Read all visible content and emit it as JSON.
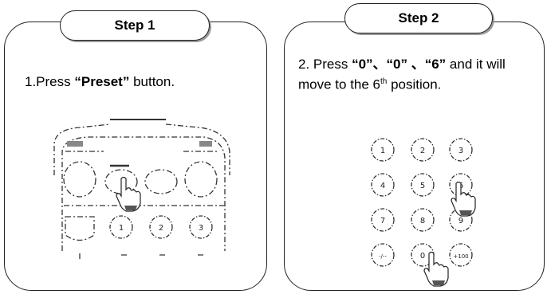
{
  "steps": [
    {
      "tab_label": "Step 1",
      "text_num": "1.Press ",
      "text_bold": "“Preset”",
      "text_rest": " button."
    },
    {
      "tab_label": "Step 2",
      "text_num": "2. Press ",
      "text_bold": "“0”、“0” 、“6”",
      "text_rest": " and it will move to the 6",
      "text_sup": "th",
      "text_end": " position."
    }
  ],
  "keypad": {
    "keys": [
      "1",
      "2",
      "3",
      "4",
      "5",
      "6",
      "7",
      "8",
      "9",
      "-/--",
      "0",
      "+100"
    ]
  }
}
